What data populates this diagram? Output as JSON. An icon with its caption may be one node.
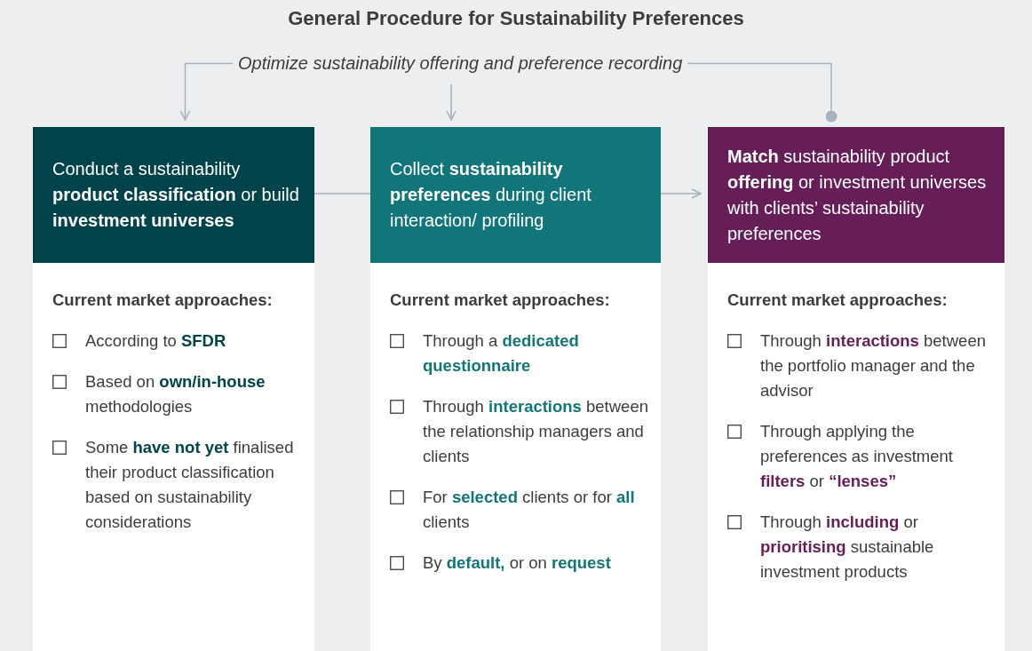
{
  "diagram": {
    "title": "General Procedure for Sustainability Preferences",
    "nodes": [
      {
        "text": [
          "Optimize sustainability offering and preference recording"
        ]
      },
      {
        "text": [
          "Conduct a sustainability **product classification** or build **investment universes**"
        ]
      },
      {
        "text": [
          "Current market approaches:",
          "According to **SFDR**",
          "Based on **own/in-house** methodologies",
          "Some **have not yet** finalised their product classification based on sustainability considerations"
        ]
      },
      {
        "text": [
          "Collect **sustainability preferences** during client interaction/ profiling"
        ]
      },
      {
        "text": [
          "Current market approaches:",
          "Through a **dedicated questionnaire**",
          "Through **interactions** between the relationship managers and clients",
          "For **selected** clients or for **all** clients",
          "By **default,** or on **request**"
        ]
      },
      {
        "text": [
          "**Match** sustainability product **offering** or investment universes with clients’ sustainability preferences"
        ]
      },
      {
        "text": [
          "Current market approaches:",
          "Through **interactions** between the portfolio manager and the advisor",
          "Through applying the preferences as investment **filters** or **“lenses”**",
          "Through **including** or **prioritising** sustainable investment products"
        ]
      }
    ],
    "edges": [
      {
        "from": 0,
        "to": 1,
        "arrow": "to"
      },
      {
        "from": 0,
        "to": 3,
        "arrow": "to"
      },
      {
        "from": 0,
        "to": 5,
        "arrow": "other"
      },
      {
        "from": 1,
        "to": 3,
        "arrow": "none"
      },
      {
        "from": 3,
        "to": 5,
        "arrow": "to"
      }
    ]
  }
}
